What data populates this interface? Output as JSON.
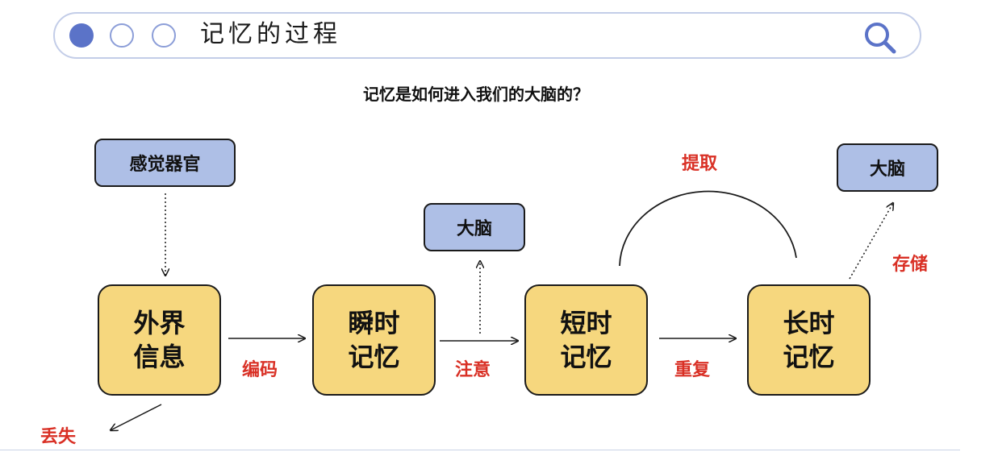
{
  "header": {
    "title": "记忆的过程"
  },
  "subtitle": "记忆是如何进入我们的大脑的？",
  "nodes": {
    "sense_organ": "感觉器官",
    "external_info": {
      "line1": "外界",
      "line2": "信息"
    },
    "sensory_memory": {
      "line1": "瞬时",
      "line2": "记忆"
    },
    "short_term_memory": {
      "line1": "短时",
      "line2": "记忆"
    },
    "long_term_memory": {
      "line1": "长时",
      "line2": "记忆"
    },
    "brain_1": "大脑",
    "brain_2": "大脑"
  },
  "labels": {
    "encoding": "编码",
    "attention": "注意",
    "repetition": "重复",
    "retrieval": "提取",
    "storage": "存储",
    "loss": "丢失"
  },
  "colors": {
    "accent_blue": "#5b73c8",
    "blue_box": "#aebfe6",
    "yellow_box": "#f6d77e",
    "label_red": "#d93025"
  }
}
